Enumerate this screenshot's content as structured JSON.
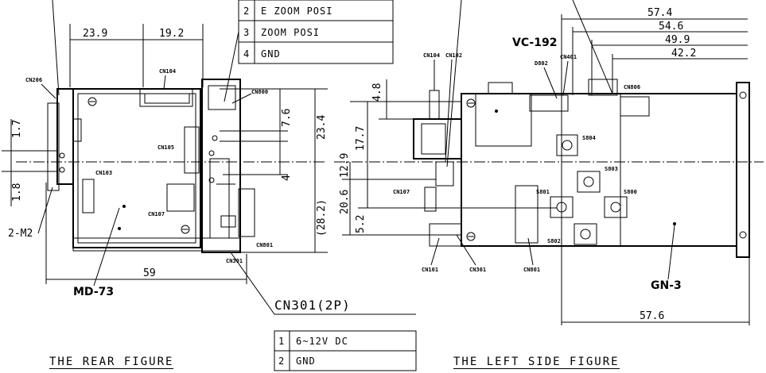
{
  "top_table": {
    "rows": [
      {
        "no": "2",
        "label": "E ZOOM POSI"
      },
      {
        "no": "3",
        "label": "ZOOM POSI"
      },
      {
        "no": "4",
        "label": "GND"
      }
    ]
  },
  "cn301_table": {
    "title": "CN301(2P)",
    "rows": [
      {
        "no": "1",
        "label": "6~12V DC"
      },
      {
        "no": "2",
        "label": "GND"
      }
    ]
  },
  "rear": {
    "title": "THE REAR FIGURE",
    "module": "MD-73",
    "dims": {
      "d23_9": "23.9",
      "d19_2": "19.2",
      "d59": "59",
      "d7_6": "7.6",
      "d23_4": "23.4",
      "d4": "4",
      "d28_2": "(28.2)",
      "d1_7": "1.7",
      "d1_8": "1.8",
      "m2": "2-M2"
    },
    "labels": {
      "cn206": "CN206",
      "cn104": "CN104",
      "cn800": "CN800",
      "cn105": "CN105",
      "cn103": "CN103",
      "cn107": "CN107",
      "cn801": "CN801",
      "cn301": "CN301"
    }
  },
  "side": {
    "title": "THE LEFT SIDE FIGURE",
    "module_top": "VC-192",
    "module_bottom": "GN-3",
    "dims": {
      "d57_4": "57.4",
      "d54_6": "54.6",
      "d49_9": "49.9",
      "d42_2": "42.2",
      "d4_8": "4.8",
      "d17_7": "17.7",
      "d12_9": "12.9",
      "d20_6": "20.6",
      "d5_2": "5.2",
      "d57_6": "57.6"
    },
    "labels": {
      "cn104": "CN104",
      "cn102": "CN102",
      "d802": "D802",
      "cn401": "CN401",
      "cn806": "CN806",
      "s804": "S804",
      "s803": "S803",
      "s801": "S801",
      "s800": "S800",
      "s802": "S802",
      "cn107": "CN107",
      "cn101": "CN101",
      "cn301": "CN301",
      "cn801": "CN801"
    }
  }
}
